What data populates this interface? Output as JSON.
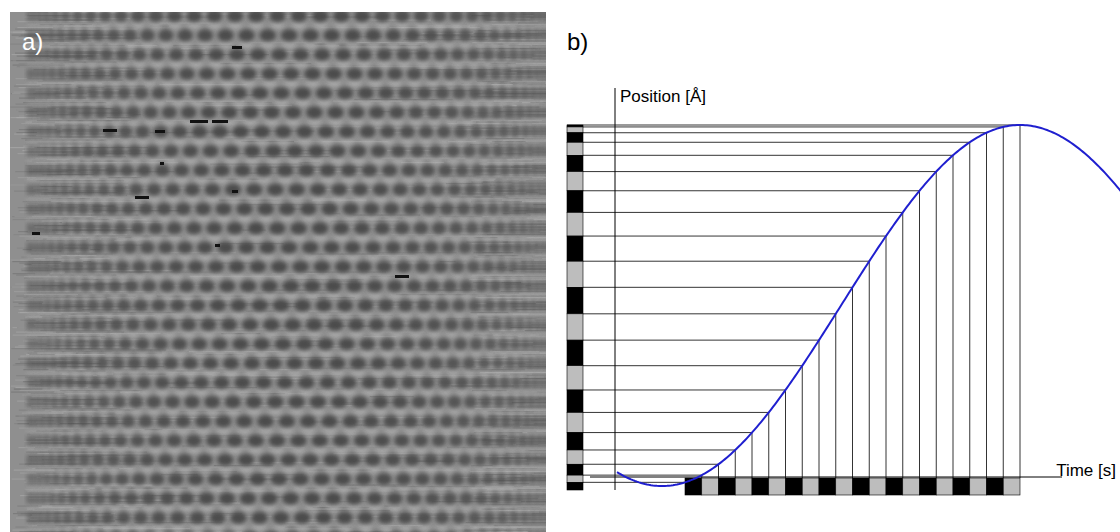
{
  "diagram": {
    "labels": [
      "a)",
      "b)",
      "Position [Å]",
      "Time [s]"
    ]
  }
}
